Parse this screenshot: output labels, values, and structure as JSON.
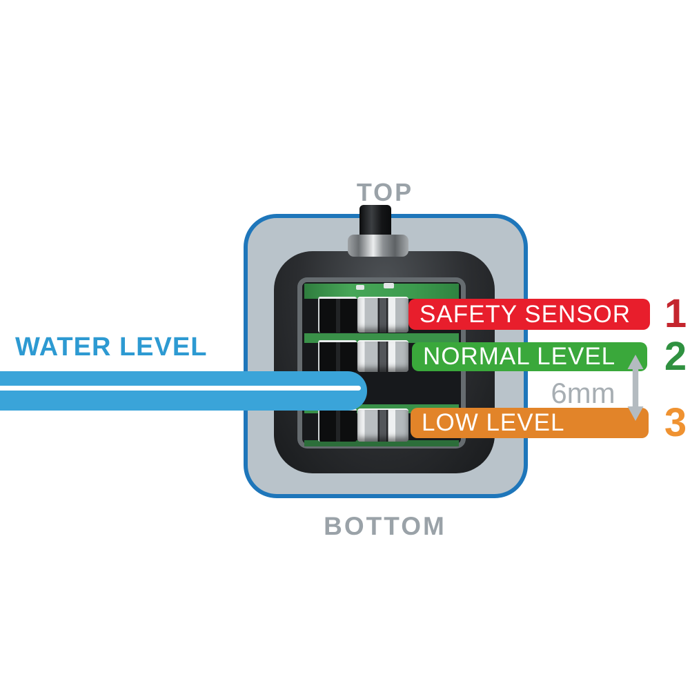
{
  "diagram": {
    "top_label": "TOP",
    "bottom_label": "BOTTOM",
    "water_level_label": "WATER LEVEL",
    "measurement": "6mm",
    "levels": [
      {
        "label": "SAFETY SENSOR",
        "number": "1",
        "banner_color": "#e81e2c",
        "number_color": "#c4262e"
      },
      {
        "label": "NORMAL LEVEL",
        "number": "2",
        "banner_color": "#3aa83b",
        "number_color": "#2f9140"
      },
      {
        "label": "LOW LEVEL",
        "number": "3",
        "banner_color": "#e28429",
        "number_color": "#ef9231"
      }
    ],
    "colors": {
      "box_border": "#1e76ba",
      "box_fill": "#b9c3ca",
      "water_bar": "#3aa4d9",
      "water_text": "#2d9ad2",
      "gray_labels": "#9aa2a8",
      "measurement_gray": "#a7aeb3"
    }
  }
}
